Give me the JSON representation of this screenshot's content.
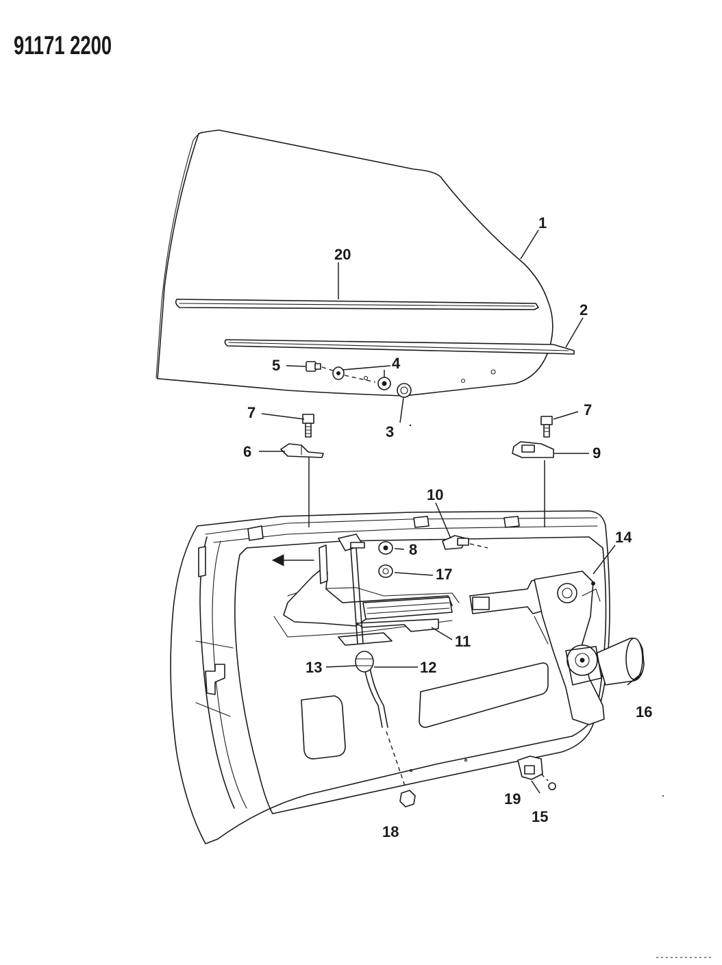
{
  "diagram": {
    "reference_code": "91171 2200",
    "callouts": [
      {
        "id": "c1",
        "label": "1"
      },
      {
        "id": "c2",
        "label": "2"
      },
      {
        "id": "c3",
        "label": "3"
      },
      {
        "id": "c4",
        "label": "4"
      },
      {
        "id": "c5",
        "label": "5"
      },
      {
        "id": "c6",
        "label": "6"
      },
      {
        "id": "c7a",
        "label": "7"
      },
      {
        "id": "c7b",
        "label": "7"
      },
      {
        "id": "c8",
        "label": "8"
      },
      {
        "id": "c9",
        "label": "9"
      },
      {
        "id": "c10",
        "label": "10"
      },
      {
        "id": "c11",
        "label": "11"
      },
      {
        "id": "c12",
        "label": "12"
      },
      {
        "id": "c13",
        "label": "13"
      },
      {
        "id": "c14",
        "label": "14"
      },
      {
        "id": "c15",
        "label": "15"
      },
      {
        "id": "c16",
        "label": "16"
      },
      {
        "id": "c17",
        "label": "17"
      },
      {
        "id": "c18",
        "label": "18"
      },
      {
        "id": "c19",
        "label": "19"
      },
      {
        "id": "c20",
        "label": "20"
      }
    ],
    "parts": [
      {
        "name": "door-glass-outline"
      },
      {
        "name": "glass-weatherstrip-upper"
      },
      {
        "name": "glass-weatherstrip-lower"
      },
      {
        "name": "glass-pivot-stud"
      },
      {
        "name": "glass-bushing-washer"
      },
      {
        "name": "glass-nut"
      },
      {
        "name": "front-glass-bracket"
      },
      {
        "name": "rear-glass-bracket"
      },
      {
        "name": "bracket-bolt"
      },
      {
        "name": "door-inner-panel"
      },
      {
        "name": "window-regulator-track"
      },
      {
        "name": "regulator-arm"
      },
      {
        "name": "regulator-motor"
      },
      {
        "name": "regulator-cable"
      },
      {
        "name": "cable-grommet"
      },
      {
        "name": "cable-nut"
      },
      {
        "name": "lower-bracket"
      },
      {
        "name": "lower-screw"
      }
    ]
  }
}
